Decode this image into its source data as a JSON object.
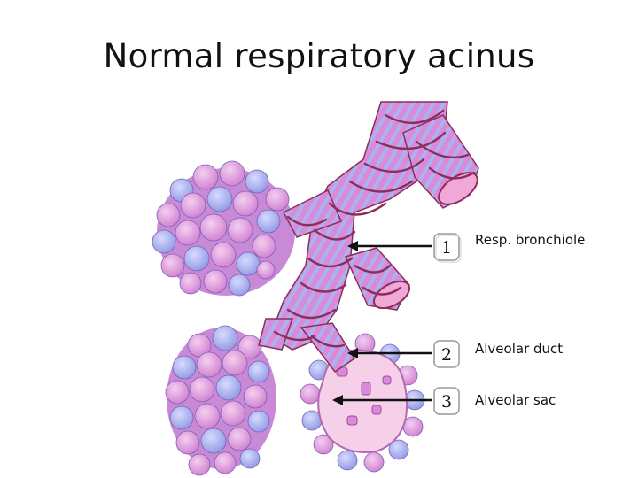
{
  "slide": {
    "title": "Normal respiratory acinus"
  },
  "labels": [
    {
      "number": "1",
      "text": "Resp. bronchiole"
    },
    {
      "number": "2",
      "text": "Alveolar duct"
    },
    {
      "number": "3",
      "text": "Alveolar sac"
    }
  ],
  "colors": {
    "airway": "#d98ad8",
    "airway_stripe": "#a8b4f0",
    "muscle_band": "#8e2c5a",
    "alveoli_pink": "#e7a6e3",
    "alveoli_blue": "#aab2ef",
    "sac_interior": "#f6cfe8",
    "arrow": "#111111"
  }
}
